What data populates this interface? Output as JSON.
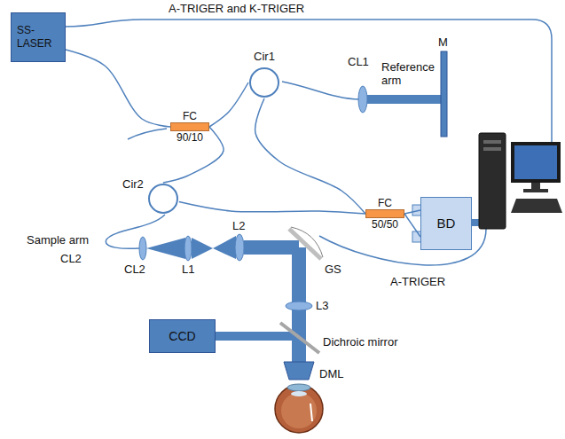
{
  "diagram": {
    "nodes": [
      {
        "text": [
          "SS- LASER"
        ]
      },
      {
        "text": [
          "FC",
          "90/10"
        ]
      },
      {
        "text": [
          "Cir1"
        ]
      },
      {
        "text": [
          "Cir2"
        ]
      },
      {
        "text": [
          "FC",
          "50/50"
        ]
      },
      {
        "text": [
          "BD"
        ]
      },
      {
        "text": [
          "CCD"
        ]
      }
    ],
    "edges": [
      {
        "from": 0,
        "to": 1,
        "arrow": "none"
      },
      {
        "from": 1,
        "to": 2,
        "arrow": "none"
      },
      {
        "from": 1,
        "to": 3,
        "arrow": "none"
      },
      {
        "from": 2,
        "to": 4,
        "arrow": "none"
      },
      {
        "from": 3,
        "to": 4,
        "arrow": "none"
      },
      {
        "from": 4,
        "to": 5,
        "arrow": "none"
      },
      {
        "from": 4,
        "to": 5,
        "arrow": "none"
      }
    ],
    "labels": [
      "A-TRIGER and K-TRIGER",
      "CL1",
      "Reference arm",
      "M",
      "CL2",
      "Sample arm",
      "CL2",
      "L1",
      "L2",
      "GS",
      "A-TRIGER",
      "L3",
      "Dichroic mirror",
      "DML"
    ]
  }
}
